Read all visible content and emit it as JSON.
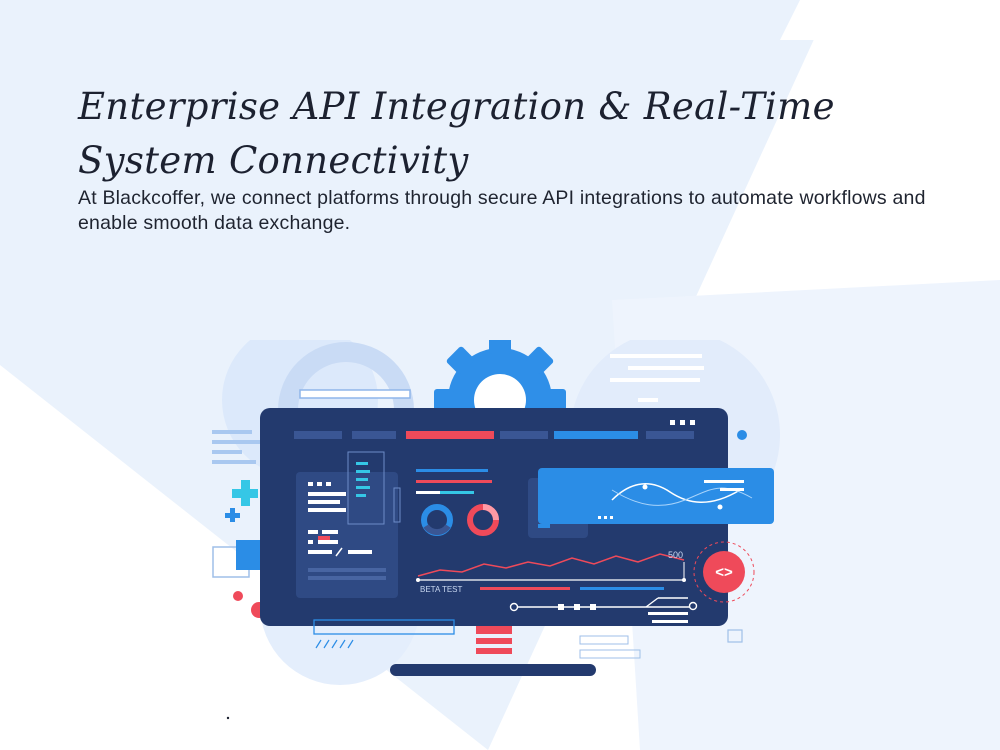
{
  "hero": {
    "title": "Enterprise API Integration & Real-Time System Connectivity",
    "description": "At Blackcoffer, we connect platforms through secure API integrations to automate workflows and enable smooth data exchange."
  },
  "illustration": {
    "chart_label": "BETA TEST",
    "chart_value": "500",
    "code_symbol": "<>"
  },
  "colors": {
    "background_tint": "#eaf2fc",
    "monitor_navy": "#233a6e",
    "panel_navy": "#2f4a84",
    "accent_blue": "#2b8de6",
    "accent_red": "#ef4a5a",
    "accent_cyan": "#35c7e6",
    "gear_blue": "#2f8fe8"
  }
}
